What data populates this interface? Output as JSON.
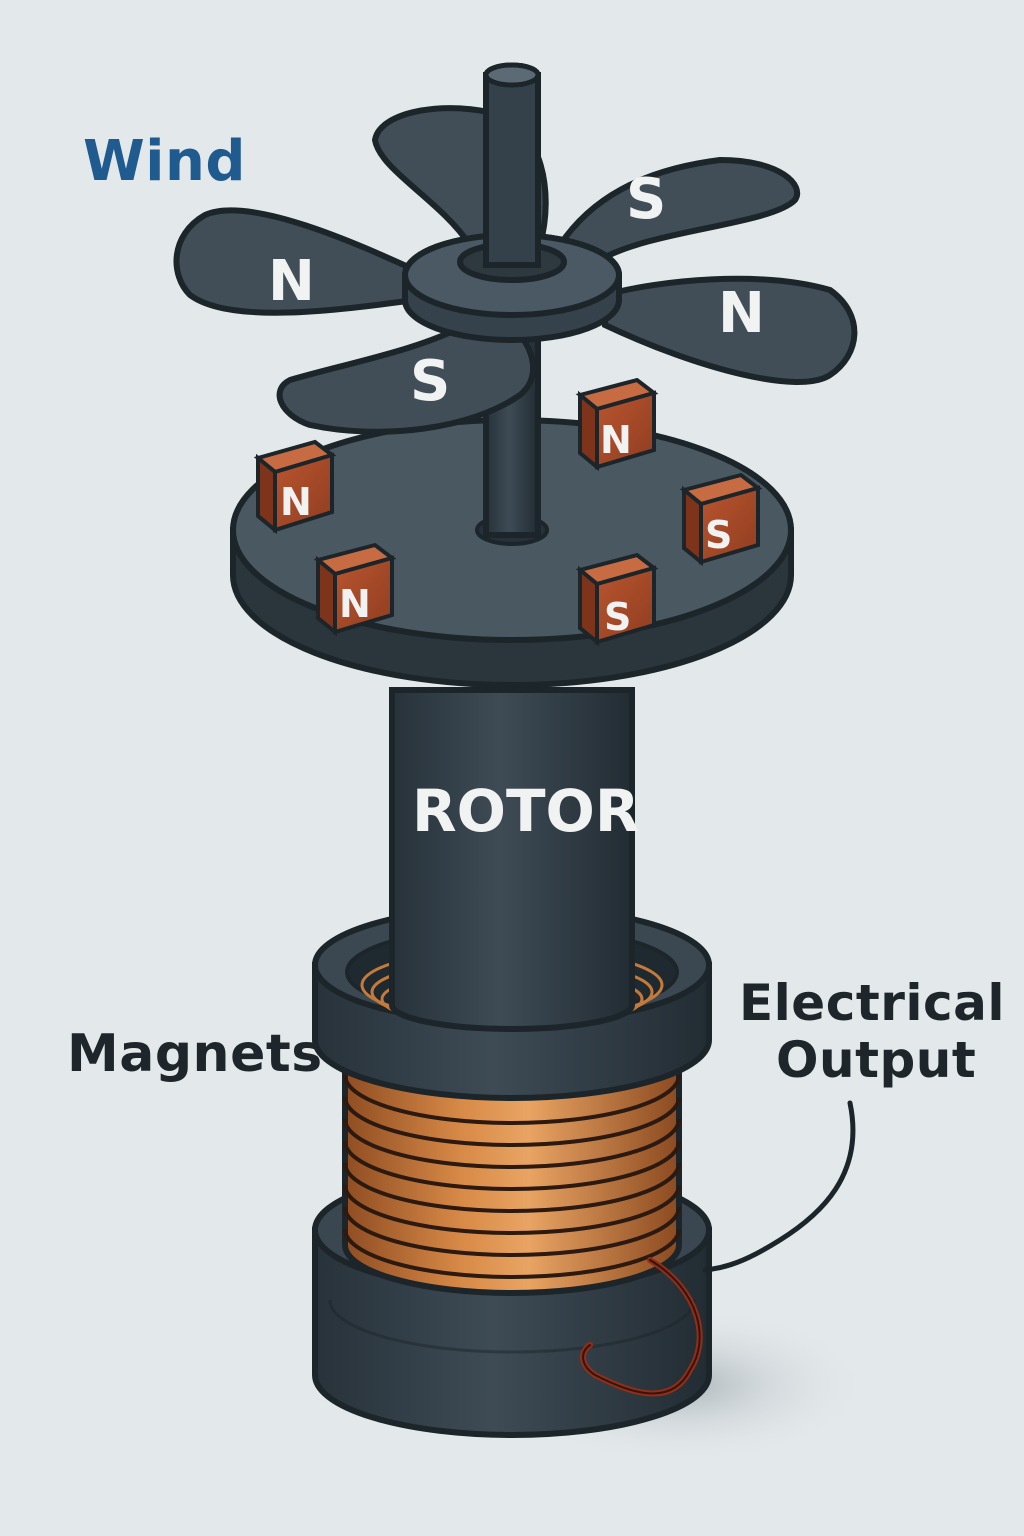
{
  "labels": {
    "wind": "Wind",
    "rotor": "ROTOR",
    "magnets": "Magnets",
    "electrical_line1": "Electrical",
    "electrical_line2": "Output"
  },
  "blade_poles": [
    "N",
    "S",
    "N",
    "S"
  ],
  "magnet_poles": [
    "N",
    "N",
    "N",
    "S",
    "S"
  ],
  "colors": {
    "background": "#e3e8ea",
    "body": "#2f3b42",
    "body_light": "#4a5862",
    "outline": "#1c252a",
    "wind_label": "#1f5b8f",
    "text_dark": "#1e262b",
    "magnet": "#a44b2a",
    "copper": "#c9783a",
    "pole_text": "#f1f2f2"
  }
}
